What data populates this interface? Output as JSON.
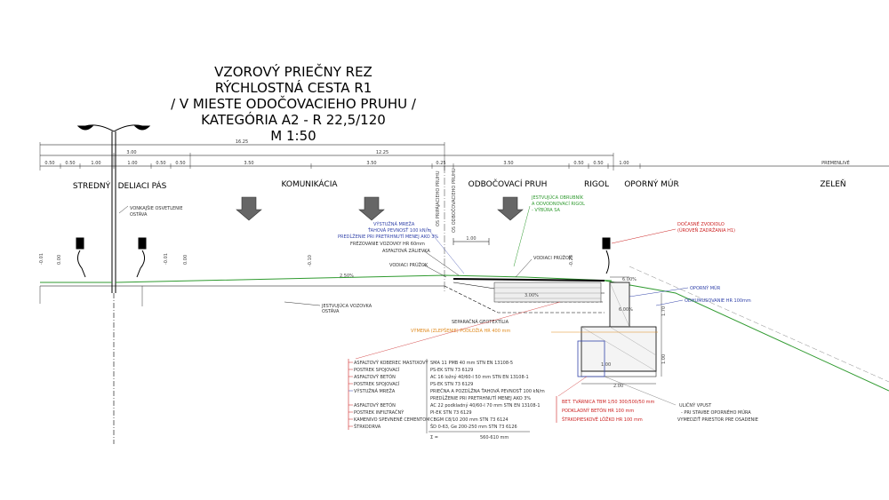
{
  "title_lines": [
    "VZOROVÝ PRIEČNY REZ",
    "RÝCHLOSTNÁ CESTA R1",
    "/ V MIESTE ODOČOVACIEHO PRUHU /",
    "KATEGÓRIA A2 - R 22,5/120",
    "M  1:50"
  ],
  "dimensions": {
    "top": [
      "16.25"
    ],
    "second": [
      "3.00",
      "12.25"
    ],
    "third": [
      "0.50",
      "0.50",
      "1.00",
      "1.00",
      "0.50",
      "0.50",
      "3.50",
      "3.50",
      "0.25",
      "3.50",
      "0.50",
      "0.50",
      "1.00",
      "PREMENLIVÉ"
    ],
    "box_width": "1.00",
    "footing_width": "2.00",
    "wall_height": "1.70",
    "footing_height": "1.00",
    "slope_left": "2.50%",
    "slope_right": "3.00%",
    "slope_edge": "6.00%",
    "edge_slope": "6.00%"
  },
  "section_labels": [
    {
      "id": "median",
      "text": "STREDNÝ"
    },
    {
      "id": "median2",
      "text": "DELIACI PÁS"
    },
    {
      "id": "road",
      "text": "KOMUNIKÁCIA"
    },
    {
      "id": "lane",
      "text": "ODBOČOVACÍ PRUH"
    },
    {
      "id": "ditch",
      "text": "RIGOL"
    },
    {
      "id": "wall",
      "text": "OPORNÝ MÚR"
    },
    {
      "id": "green",
      "text": "ZELEŇ"
    }
  ],
  "axis_labels": [
    "OS PRIPÁJACIEHO PRUHU",
    "OS ODBOČOVACIEHO PRUHU"
  ],
  "elevations": [
    "-0.01",
    "0.00",
    "-0.01",
    "0.00",
    "-0.10",
    "-0.28"
  ],
  "annotations": {
    "lighting": [
      "VONKAJŠIE OSVETLENIE",
      "OSTÁVA"
    ],
    "existing_road": [
      "JESTVUJÚCA VOZOVKA",
      "OSTÁVA"
    ],
    "existing_curb": [
      "JESTVUJÚCA OBRUBNÍK",
      "A ODVODNOVACÍ RIGOL",
      "- VÝBÚRA SA"
    ],
    "mesh_lines": [
      "VÝSTUŽNÁ MREŽA",
      "ŤAHOVÁ PEVNOSŤ 100 kN/m",
      "PREDĹŽENIE PRI PRETRHNUTÍ MENEJ AKO 3%",
      "FRÉZOVANIE VOZOVKY HR 60mm",
      "ASFALTOVÁ ZÁLIEVKA"
    ],
    "drain_left": "VODIACI PRÚŽOK",
    "drain_right": "VODIACI PRÚŽOK",
    "separation": "SEPARAČNÁ GEOTEXTÍLIA",
    "subgrade": "VÝMENA (ZLEPŠENIE) PODLOŽIA HR 400 mm",
    "rain": [
      "DOČASNÉ ZVODIDLO",
      "(ÚROVEŇ ZADRŽANIA H1)"
    ],
    "wall_label": "OPORNÝ MÚR",
    "waterproof": "ODHUMUSOVANIE HR 100mm",
    "inlet": [
      "ULIČNÝ VPUST",
      "- PRI STAVBE OPORNÉHO MÚRA",
      "VYMEDZIŤ PRIESTOR PRE OSADENIE"
    ],
    "width_label": "1.00"
  },
  "layers": [
    {
      "name": "ASFALTOVÝ KOBEREC MASTIXOVÝ",
      "spec": "SMA 11 PMB 40 mm  STN EN 13108-5",
      "color": "#cc2222"
    },
    {
      "name": "POSTREK SPOJOVACÍ",
      "spec": "PS-EK STN 73 6129",
      "color": "#cc2222"
    },
    {
      "name": "ASFALTOVÝ BETÓN",
      "spec": "AC 16 ložný 40/60-I 50 mm  STN EN 13108-1",
      "color": "#cc2222"
    },
    {
      "name": "POSTREK SPOJOVACÍ",
      "spec": "PS-EK STN 73 6129",
      "color": "#cc2222"
    },
    {
      "name": "VÝSTUŽNÁ MREŽA",
      "spec": "PRIEČNA A POZDĹŽNA ŤAHOVÁ PEVNOSŤ 100 kN/m",
      "color": "#3344aa"
    },
    {
      "name": "",
      "spec": "PREDĹŽENIE PRI PRETRHNUTÍ MENEJ AKO 3%",
      "color": "#3344aa"
    },
    {
      "name": "ASFALTOVÝ BETÓN",
      "spec": "AC 22 podkladný 40/60-I 70 mm  STN EN 13108-1",
      "color": "#cc2222"
    },
    {
      "name": "POSTREK INFILTRAČNÝ",
      "spec": "PI-EK STN 73 6129",
      "color": "#cc2222"
    },
    {
      "name": "KAMENIVO SPEVNENÉ CEMENTOM",
      "spec": "CBGM C8/10 200 mm STN 73 6124",
      "color": "#cc2222"
    },
    {
      "name": "ŠTRKODRVA",
      "spec": "ŠD 0-63, Ge 200-250 mm STN 73 6126",
      "color": "#cc2222"
    }
  ],
  "layers_sum": {
    "label": "Σ =",
    "value": "560-610 mm"
  },
  "wall_layers": [
    {
      "name": "BET. TVÁRNICA TBM 1/50   300/500/50 mm"
    },
    {
      "name": "PODKLADNÝ BETÓN     HR 100 mm"
    },
    {
      "name": "ŠTRKOPIESKOVÉ LÔŽKO HR 100 mm"
    }
  ],
  "arrow_label": "1.00",
  "colors": {
    "red": "#cc2222",
    "blue": "#3344aa",
    "orange": "#e08a1e",
    "green": "#2f9a2f",
    "ink": "#000000"
  }
}
